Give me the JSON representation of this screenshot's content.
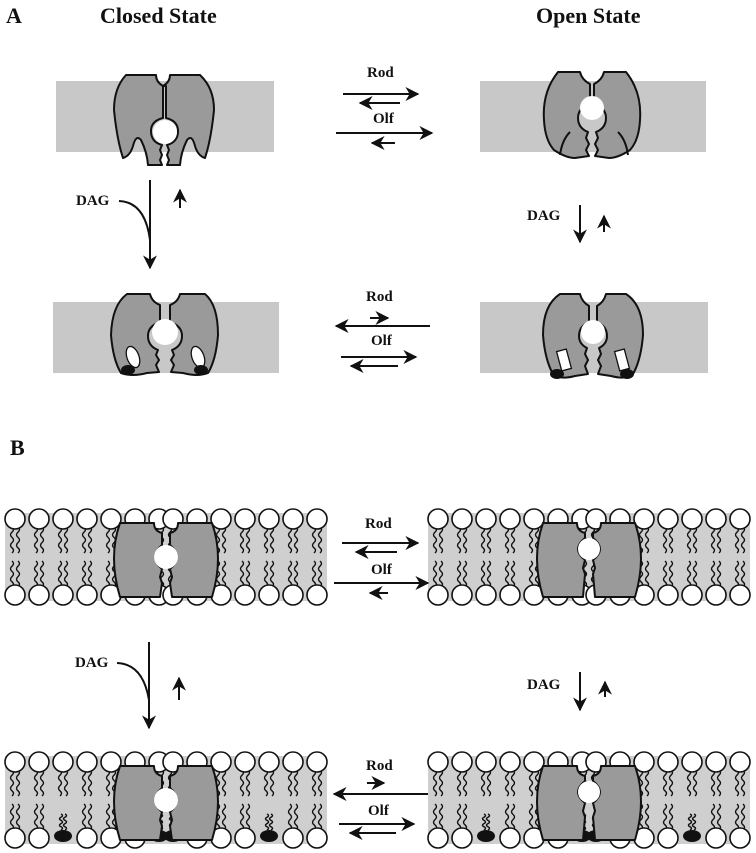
{
  "panels": [
    {
      "label": "A",
      "column_titles": [
        "Closed State",
        "Open State"
      ],
      "description": "Schematic channel in membrane slab; DAG binding stabilizes closed state",
      "transitions": {
        "top_horizontal": {
          "labels": [
            "Rod",
            "Olf"
          ]
        },
        "bottom_horizontal": {
          "labels": [
            "Rod",
            "Olf"
          ]
        },
        "left_vertical": {
          "label": "DAG"
        },
        "right_vertical": {
          "label": "DAG"
        }
      }
    },
    {
      "label": "B",
      "description": "Channel embedded in lipid bilayer; DAG molecules in inner leaflet",
      "transitions": {
        "top_horizontal": {
          "labels": [
            "Rod",
            "Olf"
          ]
        },
        "bottom_horizontal": {
          "labels": [
            "Rod",
            "Olf"
          ]
        },
        "left_vertical": {
          "label": "DAG"
        },
        "right_vertical": {
          "label": "DAG"
        }
      }
    }
  ],
  "colors": {
    "membrane": "#c8c8c8",
    "protein": "#9a9a9a",
    "outline": "#111111",
    "dag_molecule": "#111111"
  }
}
